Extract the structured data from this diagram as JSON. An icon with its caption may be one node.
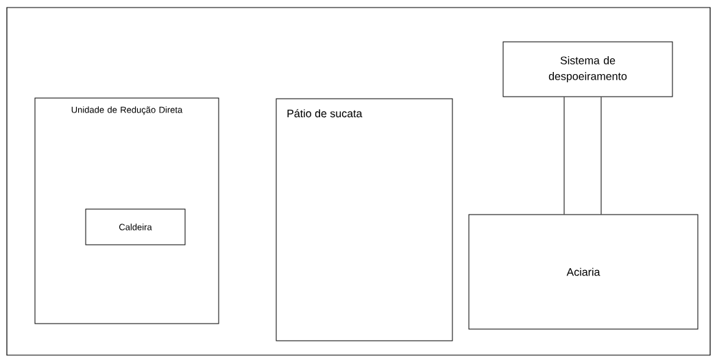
{
  "diagram": {
    "nodes": [
      {
        "text": [
          "Unidade de Redução Direta"
        ]
      },
      {
        "text": [
          "Caldeira"
        ],
        "in": 0
      },
      {
        "text": [
          "Pátio de sucata"
        ]
      },
      {
        "text": [
          "Sistema de despoeiramento"
        ]
      },
      {
        "text": [
          "Aciaria"
        ]
      }
    ],
    "edges": [
      {
        "from": 3,
        "to": 4,
        "arrow": "none"
      },
      {
        "from": 3,
        "to": 4,
        "arrow": "none"
      }
    ]
  }
}
